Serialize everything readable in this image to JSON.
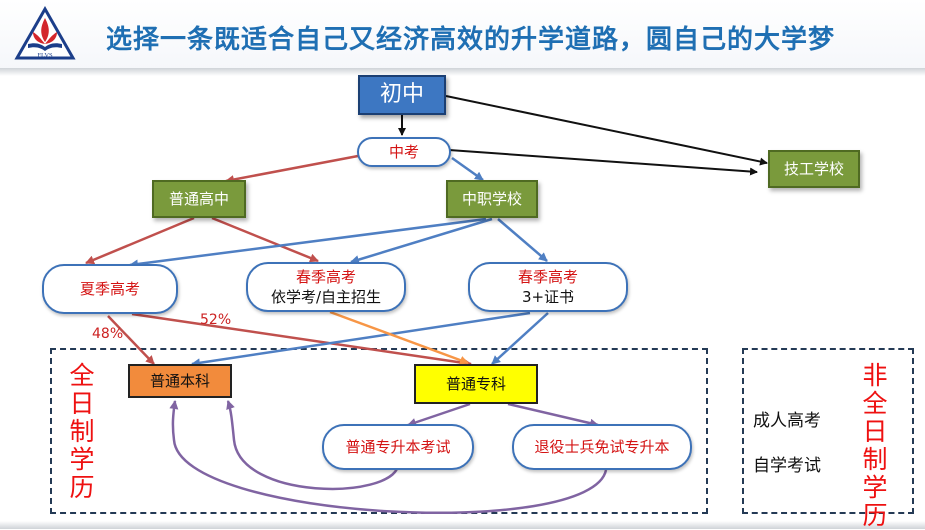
{
  "header": {
    "title": "选择一条既适合自己又经济高效的升学道路，圆自己的大学梦",
    "logo_text": "FLVS"
  },
  "nodes": {
    "chuzhong": "初中",
    "zhongkao": "中考",
    "jigong": "技工学校",
    "putong_gaozhong": "普通高中",
    "zhongzhi": "中职学校",
    "xiaji": "夏季高考",
    "chunji1_title": "春季高考",
    "chunji1_sub": "依学考/自主招生",
    "chunji2_title": "春季高考",
    "chunji2_sub": "3+证书",
    "benke": "普通本科",
    "zhuanke": "普通专科",
    "zhuanshengben": "普通专升本考试",
    "tuiyi": "退役士兵免试专升本"
  },
  "percentages": {
    "p48": "48%",
    "p52": "52%"
  },
  "full_time_label": "全日制学历",
  "part_time_label": "非全日制学历",
  "part_time_items": [
    "成人高考",
    "自学考试"
  ],
  "colors": {
    "title": "#1f6fb3",
    "root_fill": "#3d77c2",
    "green_fill": "#7a9a3c",
    "blue_arrow": "#4f7fc3",
    "red_arrow": "#c0504d",
    "orange_arrow": "#f79646",
    "purple_arrow": "#8064a2",
    "benke_fill": "#f28b3c",
    "zhuanke_fill": "#ffff00",
    "vertical_text": "#e11111"
  }
}
